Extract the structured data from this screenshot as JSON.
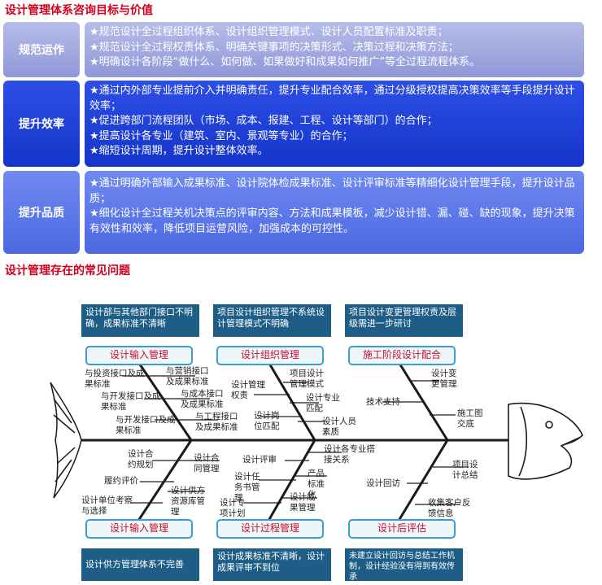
{
  "section1": {
    "title": "设计管理体系咨询目标与价值",
    "rows": [
      {
        "category": "规范运作",
        "lines": [
          "★规范设计全过程组织体系、设计组织管理模式、设计人员配置标准及职责；",
          "★规范设计全过程权责体系、明确关键事项的决策形式、决策过程和决策方法；",
          "★明确设计各阶段“做什么、如何做、如果做好和成果如何推广”等全过程流程体系。"
        ]
      },
      {
        "category": "提升效率",
        "lines": [
          "★通过内外部专业提前介入并明确责任，提升专业配合效率，通过分级授权提高决策效率等手段提升设计效率；",
          "★促进跨部门流程团队（市场、成本、报建、工程、设计等部门）的合作；",
          "★提高设计各专业（建筑、室内、景观等专业）的合作；",
          "★缩短设计周期，提升设计整体效率。"
        ]
      },
      {
        "category": "提升品质",
        "lines": [
          "★通过明确外部输入成果标准、设计院体检成果标准、设计评审标准等精细化设计管理手段，提升设计品质；",
          "★细化设计全过程关机决策点的评审内容、方法和成果模板，减少设计错、漏、碰、缺的现象，提升决策有效性和效率，降低项目运营风险，加强成本的可控性。"
        ]
      }
    ]
  },
  "section2": {
    "title": "设计管理存在的常见问题",
    "top_problems": [
      "设计部与其他部门接口不明确，成果标准不清晰",
      "项目设计组织管理不系统设计管理模式不明确",
      "项目设计变更管理权责及层级需进一步研讨"
    ],
    "top_categories": [
      "设计输入管理",
      "设计组织管理",
      "施工阶段设计配合"
    ],
    "bottom_categories": [
      "设计输入管理",
      "设计过程管理",
      "设计后评估"
    ],
    "bottom_problems": [
      "设计供方管理体系不完善",
      "设计成果标准不清晰，设计成果评审不到位",
      "未建立设计回访与总结工作机制，设计经验没有得到有效传承"
    ],
    "causes": {
      "top1_left": [
        "与投资接口及成果标准",
        "与开发接口及成果标准",
        "与开发接口及成果标准"
      ],
      "top1_right": [
        "与营销接口及成果标准",
        "与成本接口及成果标准",
        "与工程接口及成果标准"
      ],
      "top2_left": [
        "设计管理权责",
        "设计岗位匹配"
      ],
      "top2_right": [
        "项目设计管理模式",
        "设计专业匹配",
        "设计人员素质"
      ],
      "top3_left": [
        "技术支持"
      ],
      "top3_right": [
        "设计变更管理",
        "施工图交底"
      ],
      "bot1_left": [
        "设计合约规划",
        "履约评价",
        "设计单位考察与选择"
      ],
      "bot1_right": [
        "设计合同管理",
        "设计供方资源库管理"
      ],
      "bot2_left": [
        "设计评审",
        "设计任务书管理",
        "设计专项计划"
      ],
      "bot2_right": [
        "设计各专业搭接关系",
        "产品标准化",
        "设计成果管理"
      ],
      "bot3_left": [
        "设计回访"
      ],
      "bot3_right": [
        "项目设计总结",
        "收集客户反馈信息"
      ]
    },
    "colors": {
      "problem_box": "#1d5d86",
      "category_border": "#3a9ed0",
      "category_text": "#c8102e",
      "heading": "#d2001e"
    }
  }
}
